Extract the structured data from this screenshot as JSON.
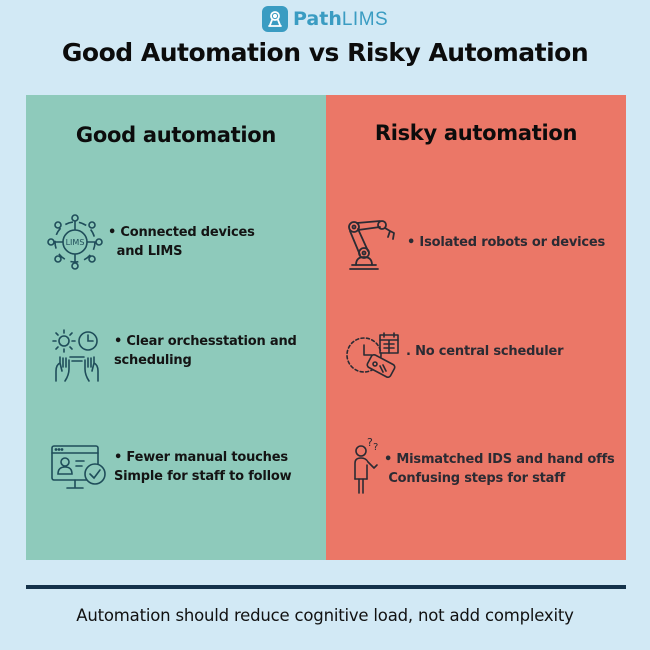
{
  "brand": {
    "name_bold": "Path",
    "name_light": "LIMS",
    "icon": "microscope-icon"
  },
  "title": "Good Automation vs Risky Automation",
  "colors": {
    "background": "#d2e9f5",
    "good_panel": "#8ecabb",
    "risky_panel": "#eb7767",
    "icon_good": "#1f4d5a",
    "icon_risky": "#2b2b33",
    "divider": "#14324a",
    "brand": "#3a9cc2"
  },
  "good": {
    "title": "Good automation",
    "items": [
      {
        "icon": "lims-network-icon",
        "line1": "• Connected devices",
        "line2": "  and LIMS"
      },
      {
        "icon": "orchestration-scheduling-icon",
        "line1": "• Clear orchesstation and",
        "line2": "scheduling"
      },
      {
        "icon": "user-screen-check-icon",
        "line1": "• Fewer manual touches",
        "line2": "Simple for staff to follow"
      }
    ]
  },
  "risky": {
    "title": "Risky automation",
    "items": [
      {
        "icon": "robot-arm-icon",
        "line1": "• Isolated robots or devices",
        "line2": ""
      },
      {
        "icon": "clock-calendar-id-icon",
        "line1": ". No central scheduler",
        "line2": ""
      },
      {
        "icon": "confused-person-icon",
        "line1": "• Mismatched IDS and hand offs",
        "line2": " Confusing steps for staff"
      }
    ]
  },
  "footer": "Automation should reduce cognitive load, not add complexity"
}
